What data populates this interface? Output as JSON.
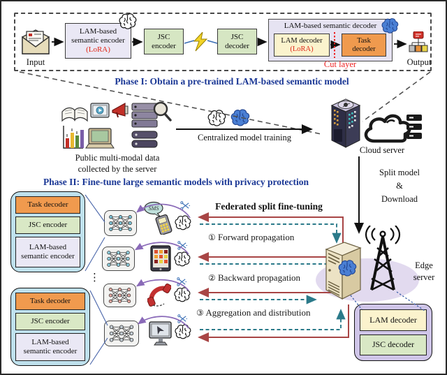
{
  "colors": {
    "phase_title": "#1a3795",
    "lora_red": "#e02818",
    "cut_layer_red": "#ee2222",
    "task_decoder_orange": "#f09a4e",
    "jsc_green": "#d6e6c3",
    "lam_yellow": "#fbf3cd",
    "lavender_container": "#cfc5e8",
    "encoder_lavender": "#eae8f5",
    "client_stack_blue": "#bfe1ed",
    "arrow_red": "#a84545",
    "arrow_teal": "#2b7a8a",
    "arrow_purple": "#8a6ab8"
  },
  "phase1": {
    "title": "Phase I: Obtain a pre-trained LAM-based semantic model",
    "input_label": "Input",
    "output_label": "Output",
    "semantic_encoder": {
      "line1": "LAM-based",
      "line2": "semantic encoder",
      "lora": "(LoRA)"
    },
    "jsc_encoder": {
      "line1": "JSC",
      "line2": "encoder"
    },
    "jsc_decoder": {
      "line1": "JSC",
      "line2": "decoder"
    },
    "semantic_decoder": {
      "title": "LAM-based semantic decoder",
      "lam_line1": "LAM decoder",
      "lam_lora": "(LoRA)",
      "task_line1": "Task",
      "task_line2": "decoder",
      "cut_layer": "Cut layer"
    }
  },
  "training": {
    "data_caption_line1": "Public multi-modal data",
    "data_caption_line2": "collected by the server",
    "arrow_label": "Centralized model training",
    "cloud_label": "Cloud server",
    "split_line1": "Split model",
    "split_line2": "&",
    "split_line3": "Download"
  },
  "phase2": {
    "title": "Phase II: Fine-tune large semantic models with privacy protection",
    "federated_title": "Federated split fine-tuning",
    "steps": [
      {
        "num": "①",
        "label": "Forward propagation"
      },
      {
        "num": "②",
        "label": "Backward propagation"
      },
      {
        "num": "③",
        "label": "Aggregation and distribution"
      }
    ],
    "client_stack": {
      "task": "Task decoder",
      "jsc": "JSC encoder",
      "sem_line1": "LAM-based",
      "sem_line2": "semantic encoder"
    },
    "ellipsis": "⋮",
    "sms_label": "SMS",
    "edge_label_line1": "Edge",
    "edge_label_line2": "server",
    "edge_stack": {
      "lam": "LAM decoder",
      "jsc": "JSC decoder"
    }
  }
}
